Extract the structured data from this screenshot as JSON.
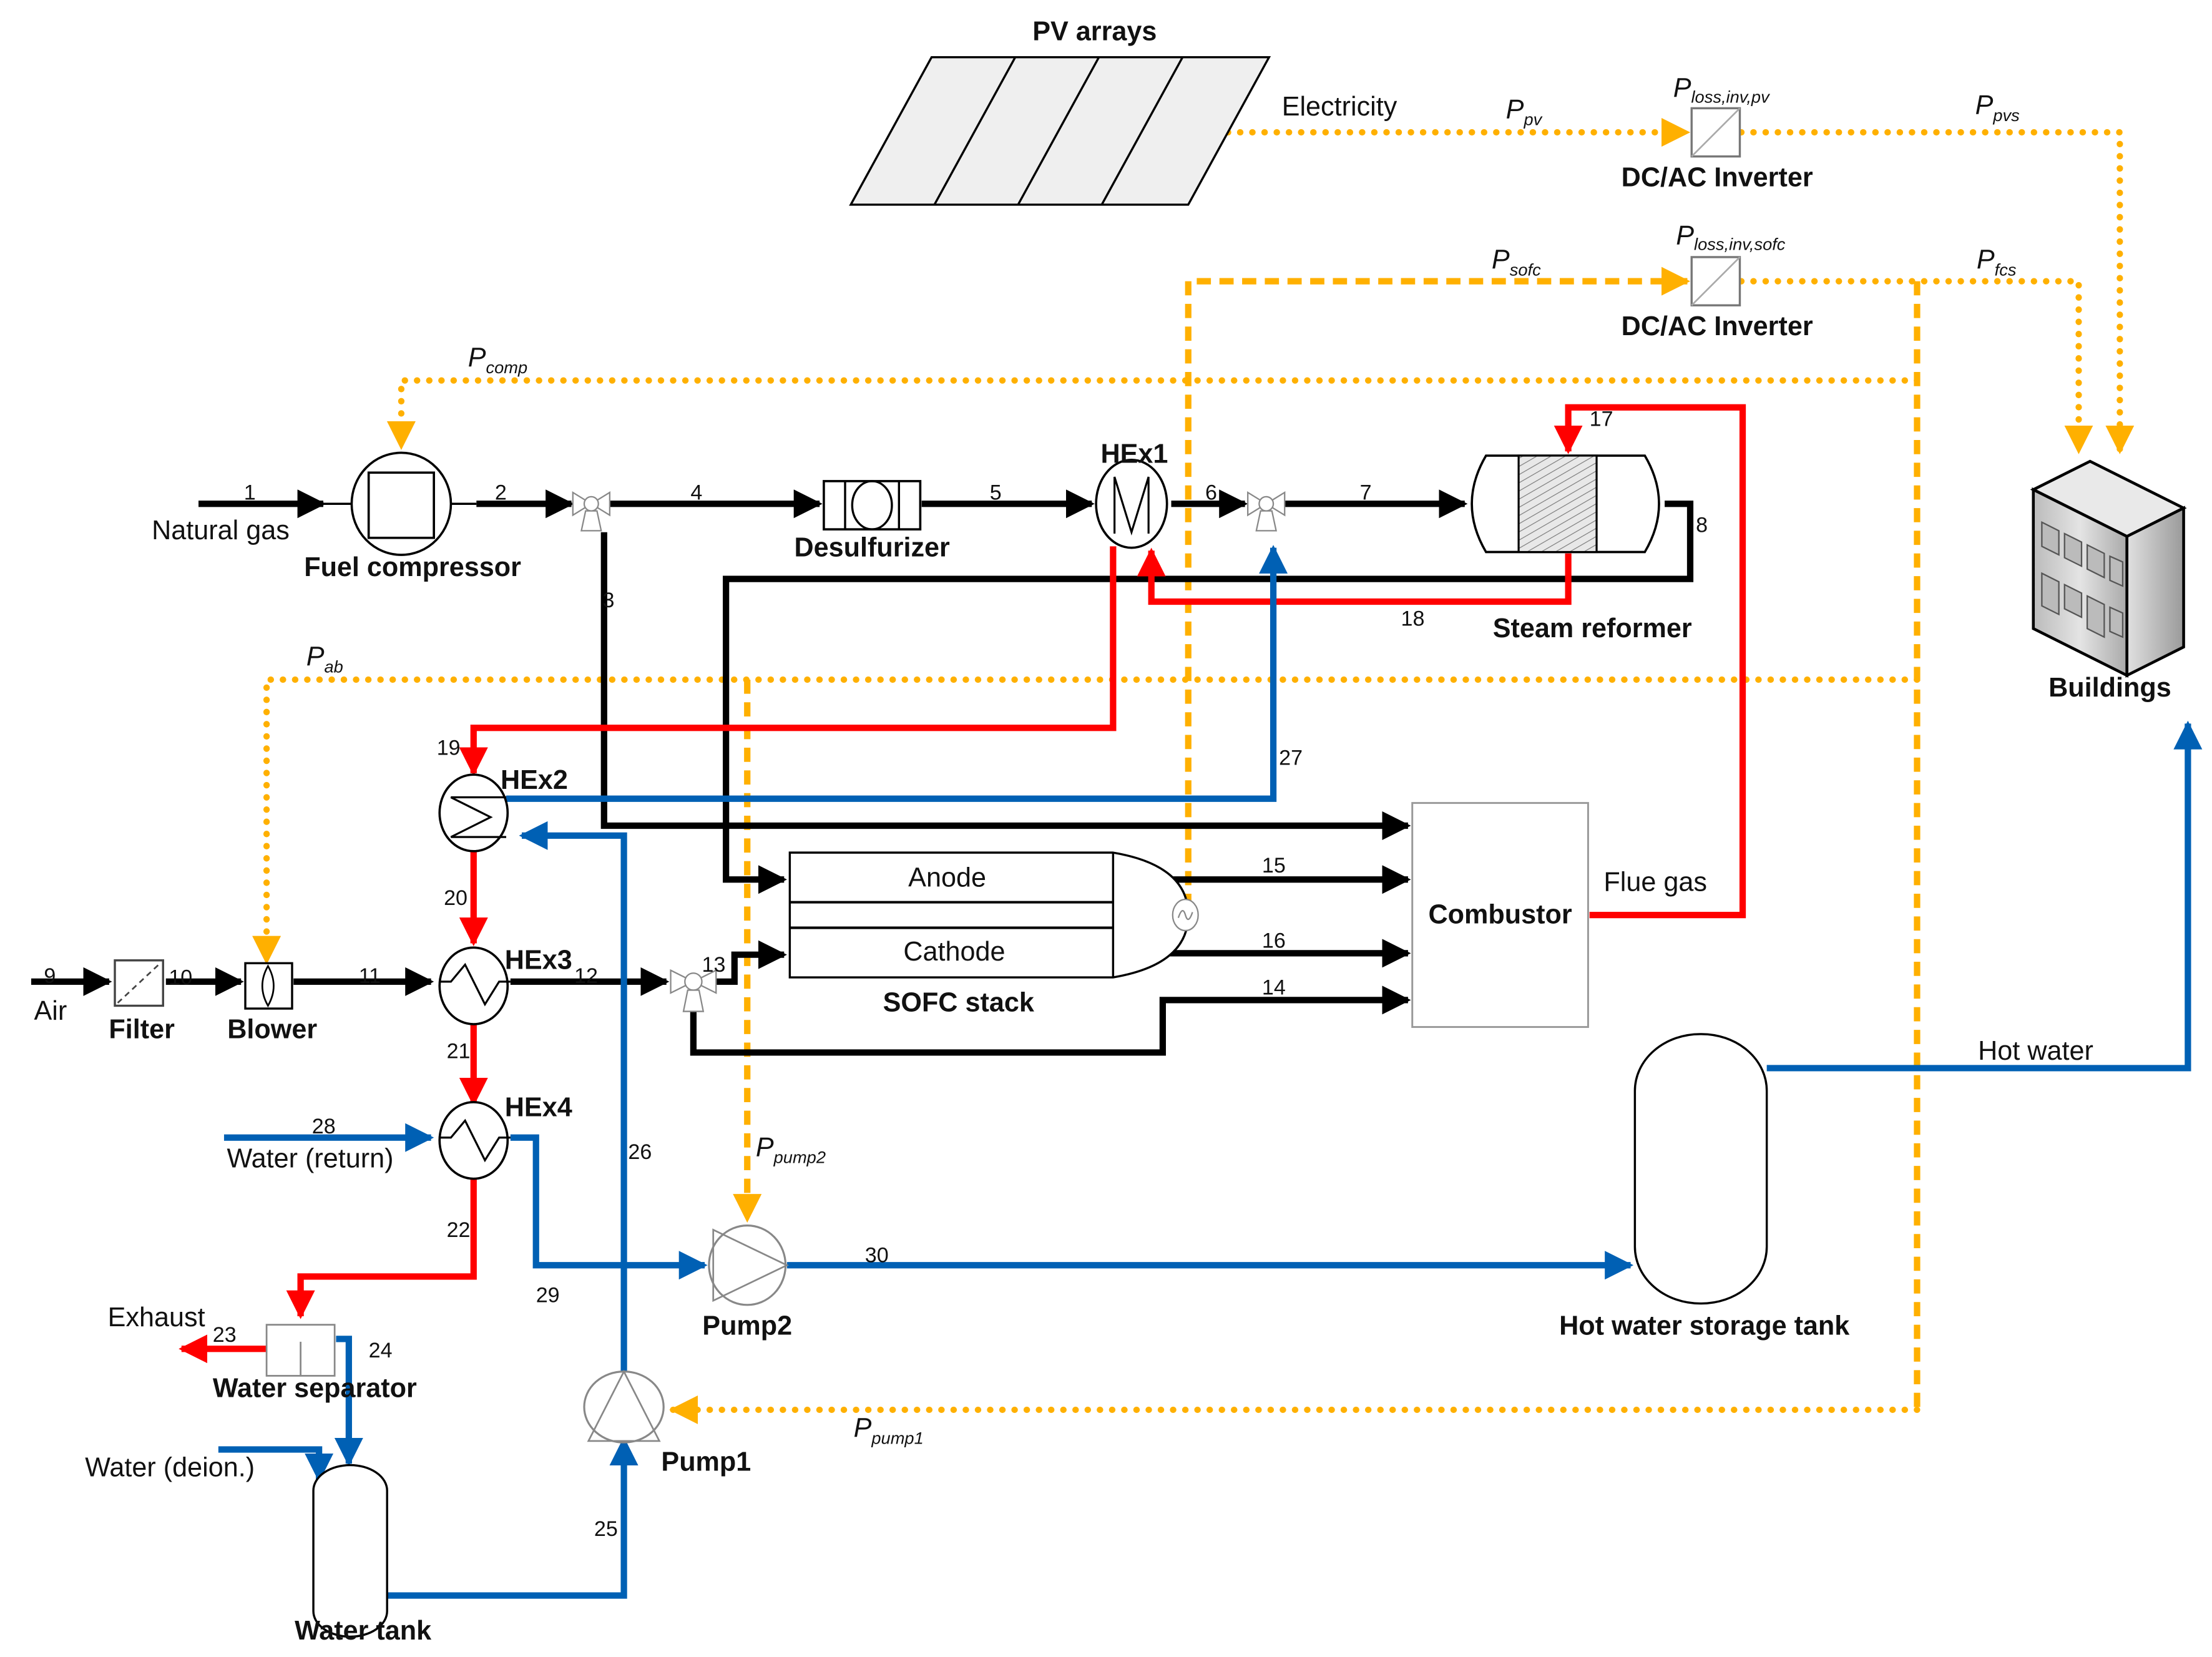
{
  "title": "Hybrid PV / SOFC combined heat and power system schematic",
  "colors": {
    "gas_stream": "#000000",
    "hot_gas_stream": "#ff0000",
    "water_stream": "#0060b4",
    "electricity": "#ffb000"
  },
  "components": {
    "pv_arrays": "PV arrays",
    "inverter_pv": "DC/AC Inverter",
    "inverter_sofc": "DC/AC Inverter",
    "fuel_compressor": "Fuel compressor",
    "desulfurizer": "Desulfurizer",
    "hex1": "HEx1",
    "hex2": "HEx2",
    "hex3": "HEx3",
    "hex4": "HEx4",
    "steam_reformer": "Steam reformer",
    "sofc_stack": "SOFC stack",
    "anode": "Anode",
    "cathode": "Cathode",
    "combustor": "Combustor",
    "filter": "Filter",
    "blower": "Blower",
    "water_separator": "Water separator",
    "water_tank": "Water tank",
    "pump1": "Pump1",
    "pump2": "Pump2",
    "hot_water_tank": "Hot water storage tank",
    "buildings": "Buildings"
  },
  "stream_labels": {
    "electricity": "Electricity",
    "natural_gas": "Natural gas",
    "air": "Air",
    "flue_gas": "Flue gas",
    "exhaust": "Exhaust",
    "water_return": "Water (return)",
    "water_deion": "Water (deion.)",
    "hot_water": "Hot water"
  },
  "power_labels": {
    "p_pv": {
      "main": "P",
      "sub": "pv"
    },
    "p_pvs": {
      "main": "P",
      "sub": "pvs"
    },
    "p_loss_inv_pv": {
      "main": "P",
      "sub": "loss,inv,pv"
    },
    "p_sofc": {
      "main": "P",
      "sub": "sofc"
    },
    "p_fcs": {
      "main": "P",
      "sub": "fcs"
    },
    "p_loss_inv_sofc": {
      "main": "P",
      "sub": "loss,inv,sofc"
    },
    "p_comp": {
      "main": "P",
      "sub": "comp"
    },
    "p_ab": {
      "main": "P",
      "sub": "ab"
    },
    "p_pump2": {
      "main": "P",
      "sub": "pump2"
    },
    "p_pump1": {
      "main": "P",
      "sub": "pump1"
    }
  },
  "stream_numbers": [
    "1",
    "2",
    "3",
    "4",
    "5",
    "6",
    "7",
    "8",
    "9",
    "10",
    "11",
    "12",
    "13",
    "14",
    "15",
    "16",
    "17",
    "18",
    "19",
    "20",
    "21",
    "22",
    "23",
    "24",
    "25",
    "26",
    "27",
    "28",
    "29",
    "30"
  ]
}
